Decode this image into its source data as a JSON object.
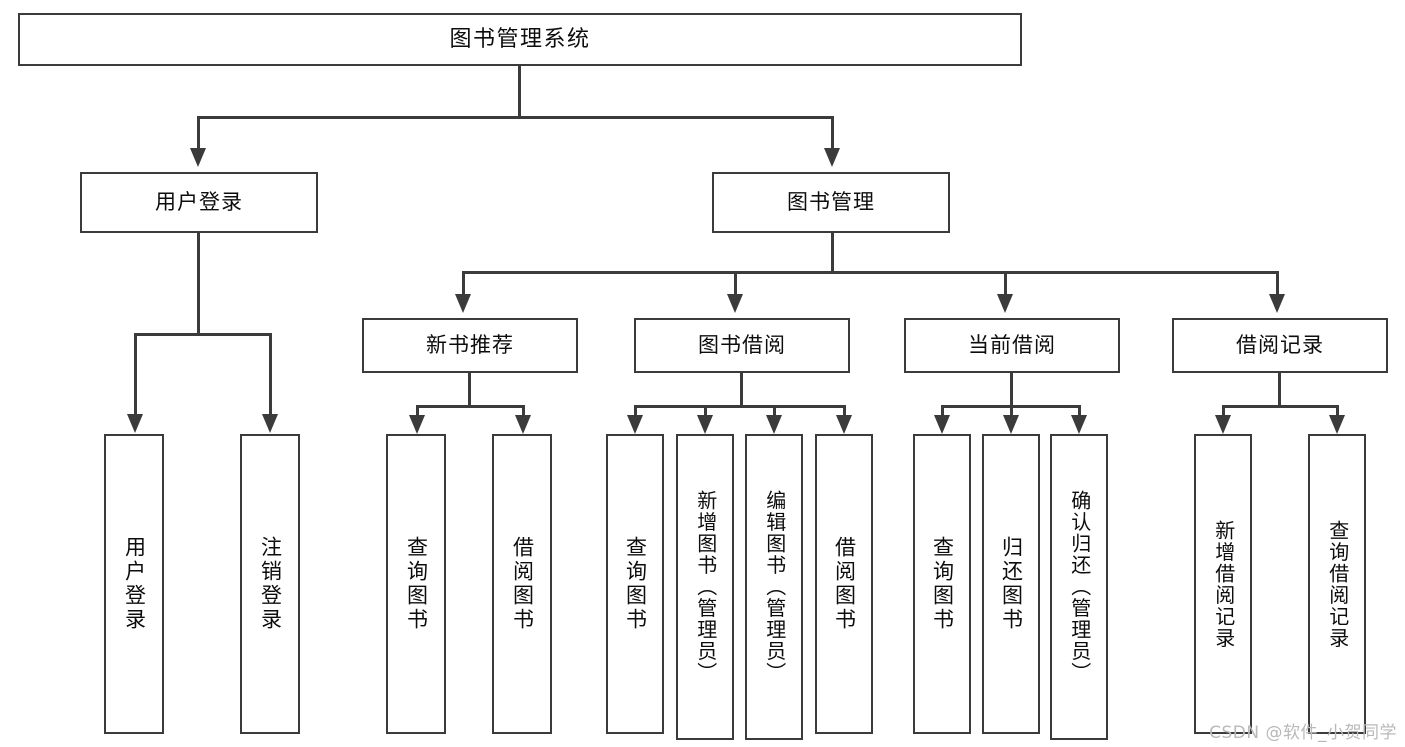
{
  "diagram": {
    "type": "tree",
    "title": "图书管理系统",
    "root": {
      "label": "图书管理系统"
    },
    "level2": [
      {
        "label": "用户登录"
      },
      {
        "label": "图书管理"
      }
    ],
    "level3": [
      {
        "label": "新书推荐"
      },
      {
        "label": "图书借阅"
      },
      {
        "label": "当前借阅"
      },
      {
        "label": "借阅记录"
      }
    ],
    "leaves": {
      "user_login": [
        {
          "label": "用户登录"
        },
        {
          "label": "注销登录"
        }
      ],
      "new_book": [
        {
          "label": "查询图书"
        },
        {
          "label": "借阅图书"
        }
      ],
      "book_borrow": [
        {
          "label": "查询图书"
        },
        {
          "label": "新增图书（管理员）"
        },
        {
          "label": "编辑图书（管理员）"
        },
        {
          "label": "借阅图书"
        }
      ],
      "current_borrow": [
        {
          "label": "查询图书"
        },
        {
          "label": "归还图书"
        },
        {
          "label": "确认归还（管理员）"
        }
      ],
      "borrow_record": [
        {
          "label": "新增借阅记录"
        },
        {
          "label": "查询借阅记录"
        }
      ]
    }
  },
  "watermark": {
    "text": "CSDN @软件_小贺同学"
  },
  "colors": {
    "border": "#3b3b3b",
    "text": "#0d0d0d",
    "background": "#ffffff",
    "watermark": "#b9b9b9"
  }
}
